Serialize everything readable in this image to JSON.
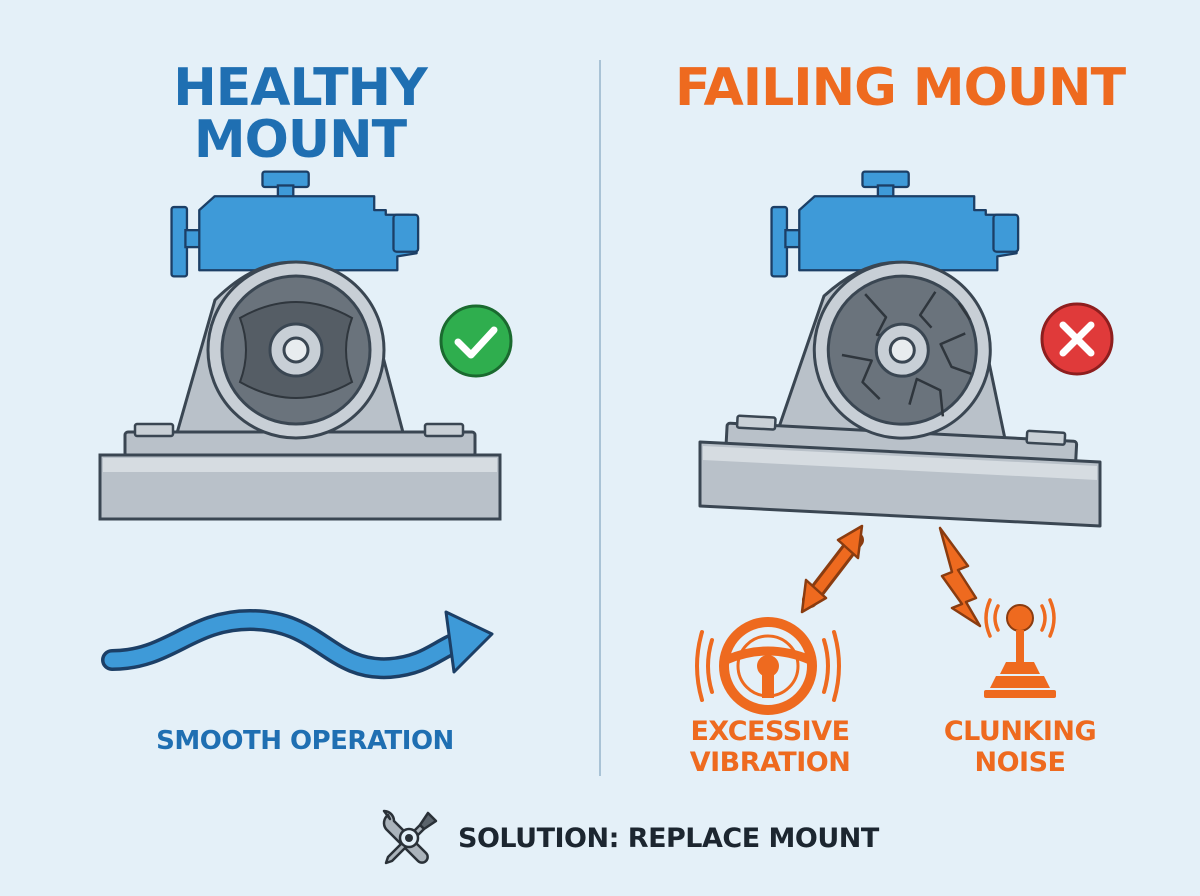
{
  "healthy": {
    "title": "HEALTHY MOUNT",
    "caption": "SMOOTH OPERATION",
    "status_icon": "check-icon"
  },
  "failing": {
    "title": "FAILING MOUNT",
    "status_icon": "x-icon",
    "symptoms": [
      {
        "label": "EXCESSIVE VIBRATION",
        "icon": "steering-wheel-icon"
      },
      {
        "label": "CLUNKING NOISE",
        "icon": "gear-shifter-icon"
      }
    ]
  },
  "solution": {
    "text": "SOLUTION: REPLACE MOUNT",
    "icon": "wrench-screwdriver-icon"
  },
  "colors": {
    "healthy": "#1f6fb2",
    "failing": "#ee6a1f",
    "engine": "#3e9ad8",
    "ok": "#2fae4e",
    "bad": "#e03a3a",
    "background": "#e4f0f8"
  }
}
